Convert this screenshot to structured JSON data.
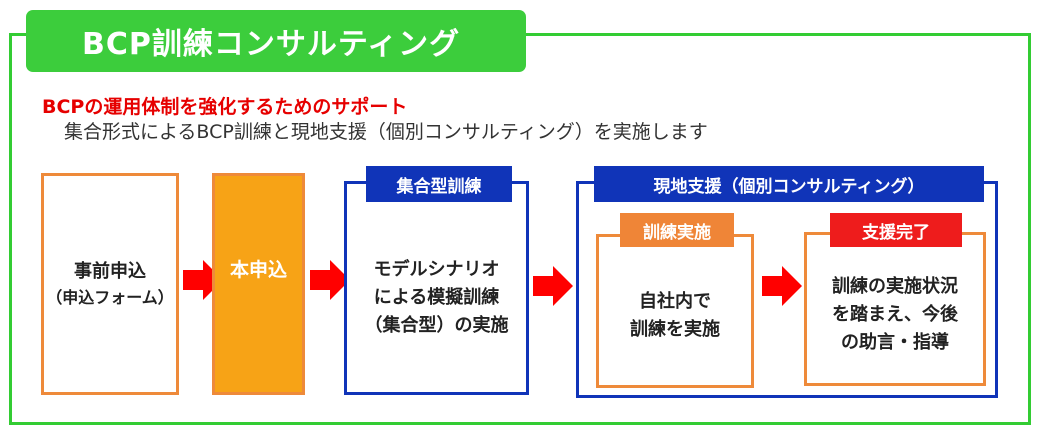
{
  "header": {
    "title": "BCP訓練コンサルティング",
    "subtitle": "BCPの運用体制を強化するためのサポート",
    "description": "集合形式によるBCP訓練と現地支援（個別コンサルティング）を実施します"
  },
  "steps": {
    "apply": {
      "line1": "事前申込",
      "line2": "（申込フォーム）"
    },
    "main_apply": {
      "text": "本申込"
    },
    "group_training": {
      "label": "集合型訓練",
      "line1": "モデルシナリオ",
      "line2": "による模擬訓練",
      "line3": "（集合型）の実施"
    },
    "site_support": {
      "label": "現地支援（個別コンサルティング）",
      "training": {
        "label": "訓練実施",
        "line1": "自社内で",
        "line2": "訓練を実施"
      },
      "complete": {
        "label": "支援完了",
        "line1": "訓練の実施状況",
        "line2": "を踏まえ、今後",
        "line3": "の助言・指導"
      }
    }
  },
  "colors": {
    "green": "#33cc33",
    "red": "#e60000",
    "blue": "#1034b8",
    "orange": "#ee8a3a",
    "orange_fill": "#f7a316",
    "arrow_red": "#ff0000"
  },
  "icons": {
    "arrow": "right-arrow-icon"
  }
}
